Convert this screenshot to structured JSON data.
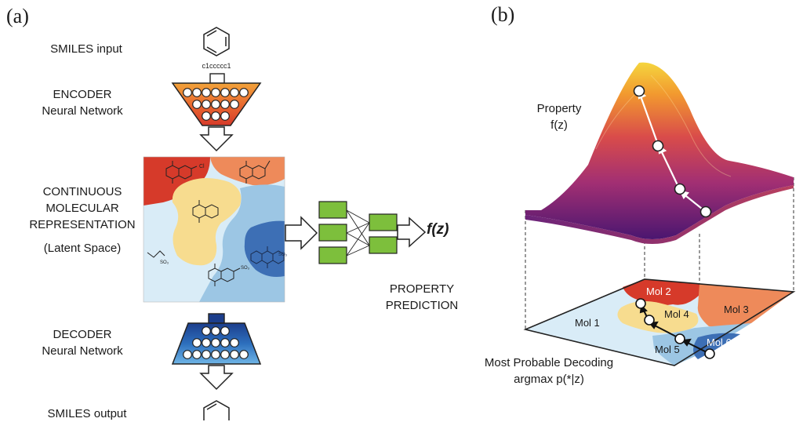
{
  "panel_a": {
    "tag": "(a)",
    "smiles_input": "SMILES input",
    "smiles_string": "c1ccccc1",
    "encoder": [
      "ENCODER",
      "Neural Network"
    ],
    "latent": [
      "CONTINUOUS",
      "MOLECULAR",
      "REPRESENTATION"
    ],
    "latent_sub": "(Latent Space)",
    "fz": "f(z)",
    "property_prediction": [
      "PROPERTY",
      "PREDICTION"
    ],
    "decoder": [
      "DECODER",
      "Neural Network"
    ],
    "smiles_output": "SMILES output",
    "latent_mol_labels": [
      "Cl",
      "SO₃",
      "SO₃",
      "SO₃"
    ]
  },
  "panel_b": {
    "tag": "(b)",
    "property": [
      "Property",
      "f(z)"
    ],
    "molecules": [
      "Mol 1",
      "Mol 2",
      "Mol 3",
      "Mol 4",
      "Mol 5",
      "Mol 6"
    ],
    "decoding": [
      "Most Probable Decoding",
      "argmax p(*|z)"
    ]
  },
  "colors": {
    "red": "#d63a2a",
    "orange": "#ee8a5a",
    "yellow": "#f7dc8f",
    "light_blue": "#d9ecf7",
    "mid_blue": "#9cc6e4",
    "dark_blue": "#3d6fb5",
    "green": "#7dbf3c"
  }
}
